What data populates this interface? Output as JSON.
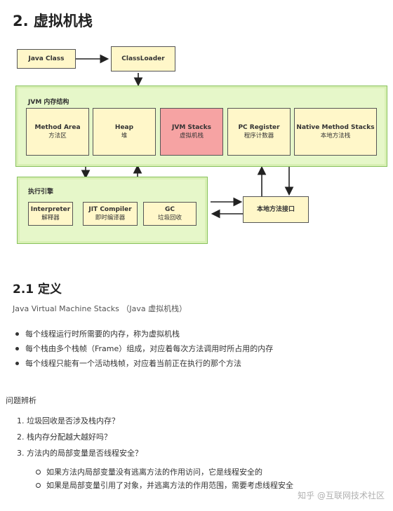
{
  "section": {
    "title": "2. 虚拟机栈"
  },
  "diagram": {
    "java_class": "Java Class",
    "class_loader": "ClassLoader",
    "jvm_memory_label": "JVM 内存结构",
    "memory_blocks": [
      {
        "title": "Method Area",
        "subtitle": "方法区"
      },
      {
        "title": "Heap",
        "subtitle": "堆"
      },
      {
        "title": "JVM Stacks",
        "subtitle": "虚拟机栈"
      },
      {
        "title": "PC Register",
        "subtitle": "程序计数器"
      },
      {
        "title": "Native Method Stacks",
        "subtitle": "本地方法栈"
      }
    ],
    "exec_engine_label": "执行引擎",
    "engine_blocks": [
      {
        "title": "Interpreter",
        "subtitle": "解释器"
      },
      {
        "title": "JIT Compiler",
        "subtitle": "即时编译器"
      },
      {
        "title": "GC",
        "subtitle": "垃圾回收"
      }
    ],
    "native_interface": "本地方法接口",
    "colors": {
      "node": "#fff7c9",
      "highlight": "#f6a3a3",
      "region": "#e6f7c9",
      "region_border": "#88c25c"
    }
  },
  "definition": {
    "title": "2.1 定义",
    "intro": "Java Virtual Machine Stacks （Java 虚拟机栈）",
    "bullets": [
      "每个线程运行时所需要的内存，称为虚拟机栈",
      "每个栈由多个栈帧（Frame）组成，对应着每次方法调用时所占用的内存",
      "每个线程只能有一个活动栈帧，对应着当前正在执行的那个方法"
    ]
  },
  "questions": {
    "title": "问题辨析",
    "items": [
      "1. 垃圾回收是否涉及栈内存？",
      "2. 栈内存分配越大越好吗？",
      "3. 方法内的局部变量是否线程安全？"
    ],
    "sub_items": [
      "如果方法内局部变量没有逃离方法的作用访问，它是线程安全的",
      "如果是局部变量引用了对象，并逃离方法的作用范围，需要考虑线程安全"
    ]
  },
  "watermark": "知乎 @互联网技术社区"
}
